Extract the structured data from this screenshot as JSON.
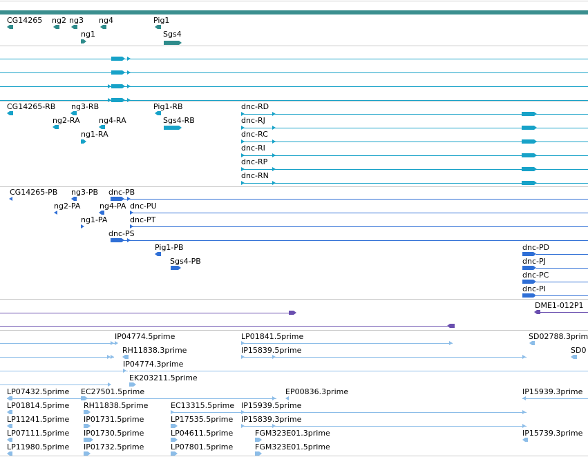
{
  "tracks": [
    {
      "id": "genes",
      "color": "#2e8b8b",
      "features": [
        {
          "label": "CG14265"
        },
        {
          "label": "ng2"
        },
        {
          "label": "ng3"
        },
        {
          "label": "ng4"
        },
        {
          "label": "ng1"
        },
        {
          "label": "Pig1"
        },
        {
          "label": "Sgs4"
        }
      ]
    },
    {
      "id": "transcripts-unlabeled",
      "color": "#17a2c8",
      "features": []
    },
    {
      "id": "transcripts-rb",
      "color": "#17a2c8",
      "features": [
        {
          "label": "CG14265-RB"
        },
        {
          "label": "ng3-RB"
        },
        {
          "label": "ng2-RA"
        },
        {
          "label": "ng4-RA"
        },
        {
          "label": "ng1-RA"
        },
        {
          "label": "Pig1-RB"
        },
        {
          "label": "Sgs4-RB"
        },
        {
          "label": "dnc-RD"
        },
        {
          "label": "dnc-RJ"
        },
        {
          "label": "dnc-RC"
        },
        {
          "label": "dnc-RI"
        },
        {
          "label": "dnc-RP"
        },
        {
          "label": "dnc-RN"
        }
      ]
    },
    {
      "id": "proteins",
      "color": "#2f6fd6",
      "features": [
        {
          "label": "CG14265-PB"
        },
        {
          "label": "ng3-PB"
        },
        {
          "label": "dnc-PB"
        },
        {
          "label": "ng2-PA"
        },
        {
          "label": "ng4-PA"
        },
        {
          "label": "dnc-PU"
        },
        {
          "label": "ng1-PA"
        },
        {
          "label": "dnc-PT"
        },
        {
          "label": "dnc-PS"
        },
        {
          "label": "Pig1-PB"
        },
        {
          "label": "Sgs4-PB"
        },
        {
          "label": "dnc-PD"
        },
        {
          "label": "dnc-PJ"
        },
        {
          "label": "dnc-PC"
        },
        {
          "label": "dnc-PI"
        }
      ]
    },
    {
      "id": "purple",
      "color": "#6a4faf",
      "features": [
        {
          "label": "DME1-012P1"
        }
      ]
    },
    {
      "id": "ests",
      "color": "#8cbde8",
      "features": [
        {
          "label": "IP04774.5prime"
        },
        {
          "label": "LP01841.5prime"
        },
        {
          "label": "SD02788.3prim"
        },
        {
          "label": "RH11838.3prime"
        },
        {
          "label": "IP15839.5prime"
        },
        {
          "label": "SD0"
        },
        {
          "label": "IP04774.3prime"
        },
        {
          "label": "EK203211.5prime"
        },
        {
          "label": "LP07432.5prime"
        },
        {
          "label": "EC27501.5prime"
        },
        {
          "label": "EP00836.3prime"
        },
        {
          "label": "IP15939.3prime"
        },
        {
          "label": "LP01814.5prime"
        },
        {
          "label": "RH11838.5prime"
        },
        {
          "label": "EC13315.5prime"
        },
        {
          "label": "IP15939.5prime"
        },
        {
          "label": "LP11241.5prime"
        },
        {
          "label": "IP01731.5prime"
        },
        {
          "label": "LP17535.5prime"
        },
        {
          "label": "IP15839.3prime"
        },
        {
          "label": "LP07111.5prime"
        },
        {
          "label": "IP01730.5prime"
        },
        {
          "label": "LP04611.5prime"
        },
        {
          "label": "FGM323E01.3prime"
        },
        {
          "label": "IP15739.3prime"
        },
        {
          "label": "LP11980.5prime"
        },
        {
          "label": "IP01732.5prime"
        },
        {
          "label": "LP07801.5prime"
        },
        {
          "label": "FGM323E01.5prime"
        }
      ]
    }
  ]
}
